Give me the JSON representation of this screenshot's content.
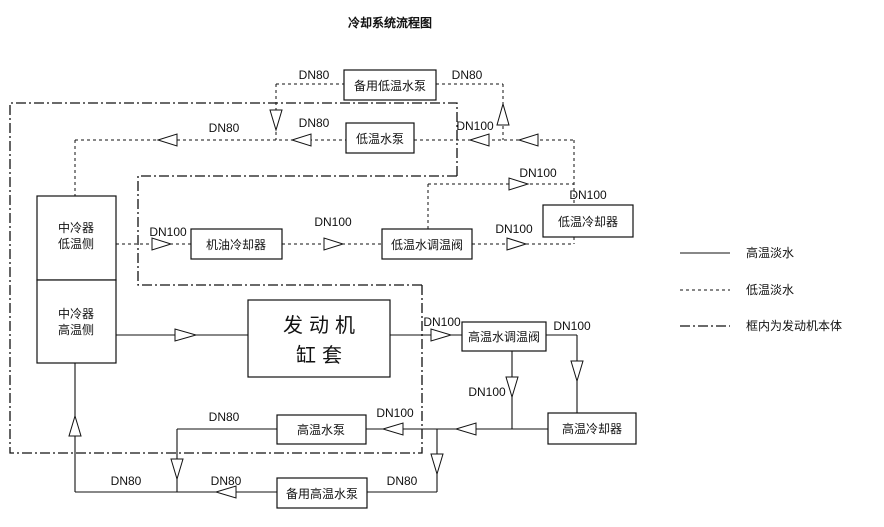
{
  "title": "冷却系统流程图",
  "components": {
    "standby_lt_pump": "备用低温水泵",
    "lt_pump": "低温水泵",
    "cooler_lt_line1": "中冷器",
    "cooler_lt_line2": "低温侧",
    "cooler_ht_line1": "中冷器",
    "cooler_ht_line2": "高温侧",
    "oil_cooler": "机油冷却器",
    "lt_thermo_valve": "低温水调温阀",
    "lt_cooler": "低温冷却器",
    "engine_line1": "发动机",
    "engine_line2": "缸套",
    "ht_thermo_valve": "高温水调温阀",
    "ht_pump": "高温水泵",
    "ht_cooler": "高温冷却器",
    "standby_ht_pump": "备用高温水泵"
  },
  "pipe_labels": {
    "dn80": "DN80",
    "dn100": "DN100"
  },
  "legend": {
    "solid": "高温淡水",
    "dashed": "低温淡水",
    "dashdot": "框内为发动机本体"
  }
}
